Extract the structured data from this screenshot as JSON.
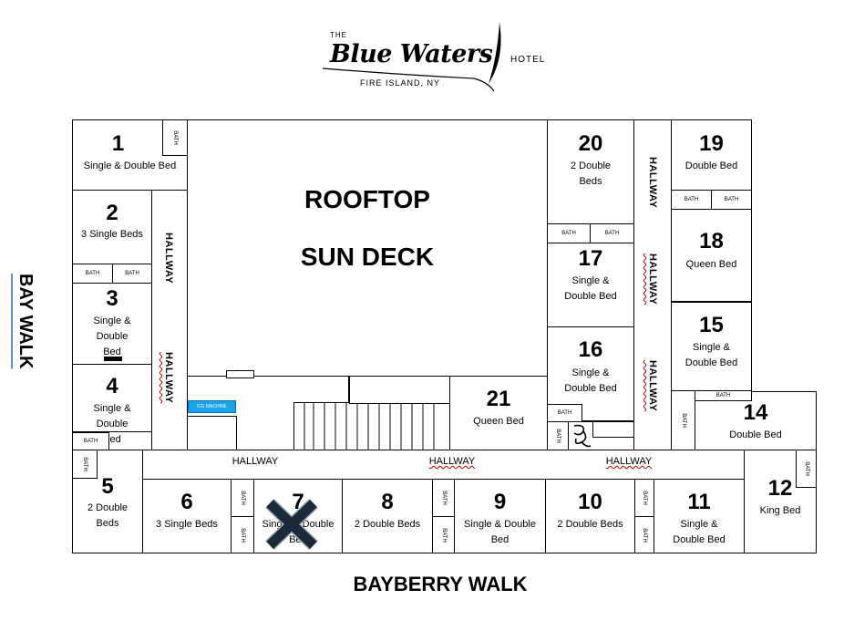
{
  "logo": {
    "the": "THE",
    "name": "Blue Waters",
    "hotel": "HOTEL",
    "location": "FIRE ISLAND, NY"
  },
  "deck": {
    "line1": "ROOFTOP",
    "line2": "SUN DECK"
  },
  "labels": {
    "bay_walk": "BAY WALK",
    "bayberry_walk": "BAYBERRY WALK",
    "hallway": "HALLWAY",
    "bath": "BATH",
    "ice_machine": "ICE MACHINE"
  },
  "rooms": {
    "r1": {
      "number": "1",
      "desc": "Single & Double Bed"
    },
    "r2": {
      "number": "2",
      "desc": "3 Single Beds"
    },
    "r3": {
      "number": "3",
      "desc": "Single & Double Bed"
    },
    "r4": {
      "number": "4",
      "desc": "Single & Double Bed"
    },
    "r5": {
      "number": "5",
      "desc": "2 Double Beds"
    },
    "r6": {
      "number": "6",
      "desc": "3 Single Beds"
    },
    "r7": {
      "number": "7",
      "desc": "Single & Double Bed"
    },
    "r8": {
      "number": "8",
      "desc": "2 Double Beds"
    },
    "r9": {
      "number": "9",
      "desc": "Single & Double Bed"
    },
    "r10": {
      "number": "10",
      "desc": "2 Double Beds"
    },
    "r11": {
      "number": "11",
      "desc": "Single & Double Bed"
    },
    "r12": {
      "number": "12",
      "desc": "King Bed"
    },
    "r14": {
      "number": "14",
      "desc": "Double Bed"
    },
    "r15": {
      "number": "15",
      "desc": "Single & Double Bed"
    },
    "r16": {
      "number": "16",
      "desc": "Single & Double Bed"
    },
    "r17": {
      "number": "17",
      "desc": "Single & Double Bed"
    },
    "r18": {
      "number": "18",
      "desc": "Queen Bed"
    },
    "r19": {
      "number": "19",
      "desc": "Double Bed"
    },
    "r20": {
      "number": "20",
      "desc": "2 Double Beds"
    },
    "r21": {
      "number": "21",
      "desc": "Queen Bed"
    }
  },
  "colors": {
    "ice_machine": "#1aa3e8",
    "unavailable_x": "#1b2a3a",
    "baywalk_underline": "#5b8fc7",
    "spellcheck": "#c00000"
  }
}
